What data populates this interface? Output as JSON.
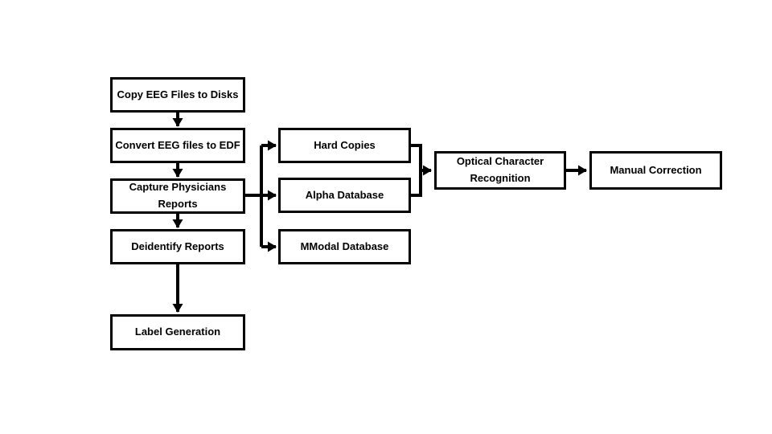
{
  "diagram": {
    "type": "flowchart",
    "colors": {
      "background": "#ffffff",
      "box_border": "#000000",
      "box_fill": "#ffffff",
      "line": "#000000",
      "text": "#000000"
    },
    "nodes": {
      "copy_eeg_files": {
        "label": "Copy EEG Files to Disks"
      },
      "convert_eeg_files": {
        "label": "Convert EEG files to EDF"
      },
      "capture_physicians_reports": {
        "label": "Capture Physicians Reports"
      },
      "deidentify_reports": {
        "label": "Deidentify Reports"
      },
      "label_generation": {
        "label": "Label Generation"
      },
      "hard_copies": {
        "label": "Hard Copies"
      },
      "alpha_database": {
        "label": "Alpha Database"
      },
      "mmodal_database": {
        "label": "MModal Database"
      },
      "optical_character_recognition": {
        "label": "Optical Character Recognition"
      },
      "manual_correction": {
        "label": "Manual Correction"
      }
    },
    "edges": [
      {
        "from": "copy_eeg_files",
        "to": "convert_eeg_files"
      },
      {
        "from": "convert_eeg_files",
        "to": "capture_physicians_reports"
      },
      {
        "from": "capture_physicians_reports",
        "to": "deidentify_reports"
      },
      {
        "from": "deidentify_reports",
        "to": "label_generation"
      },
      {
        "from": "capture_physicians_reports",
        "to": "hard_copies"
      },
      {
        "from": "capture_physicians_reports",
        "to": "alpha_database"
      },
      {
        "from": "capture_physicians_reports",
        "to": "mmodal_database"
      },
      {
        "from": "hard_copies",
        "to": "optical_character_recognition"
      },
      {
        "from": "alpha_database",
        "to": "optical_character_recognition"
      },
      {
        "from": "optical_character_recognition",
        "to": "manual_correction"
      }
    ]
  }
}
